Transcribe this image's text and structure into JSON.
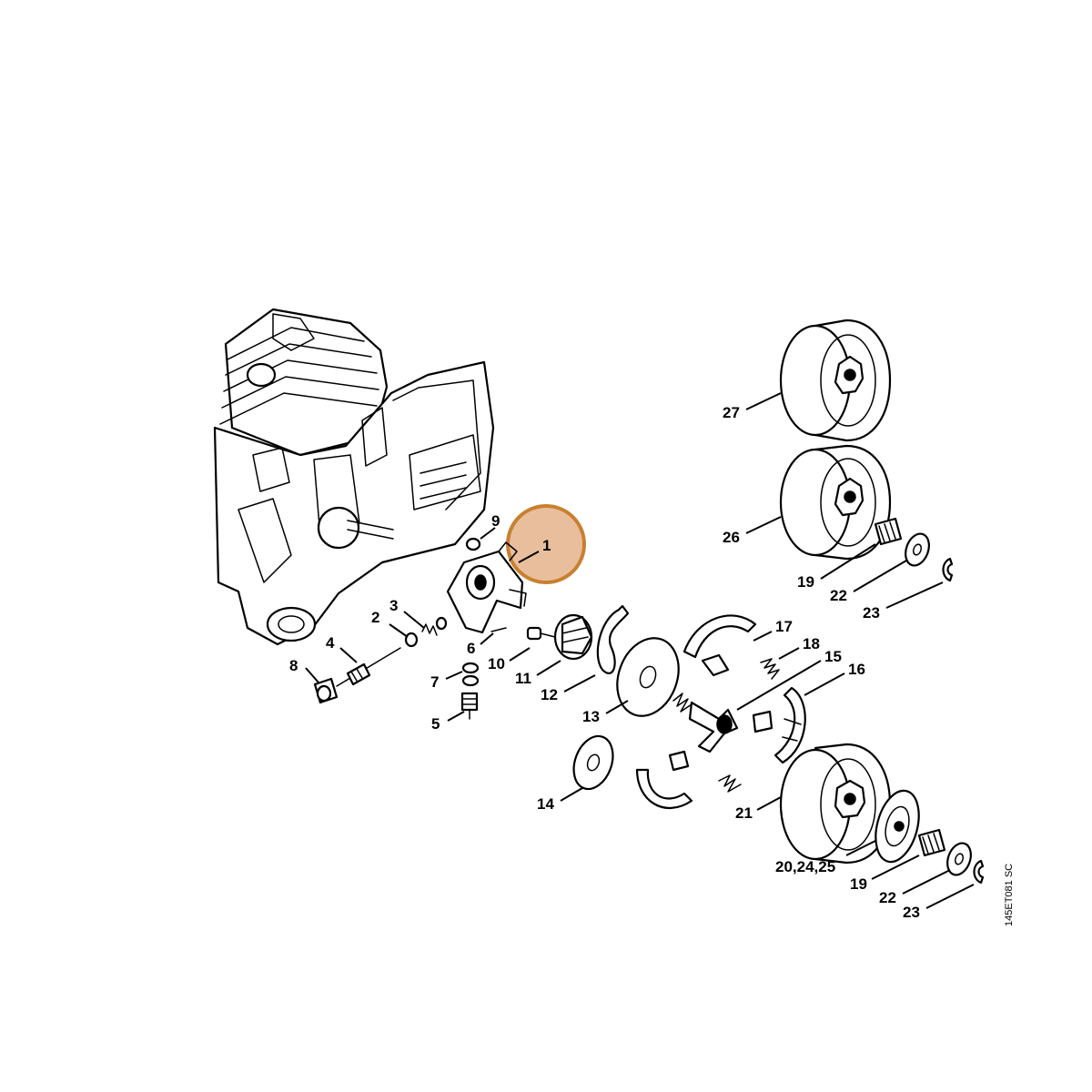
{
  "callouts": {
    "p1": "1",
    "p2": "2",
    "p3": "3",
    "p4": "4",
    "p5": "5",
    "p6": "6",
    "p7": "7",
    "p8": "8",
    "p9": "9",
    "p10": "10",
    "p11": "11",
    "p12": "12",
    "p13": "13",
    "p14": "14",
    "p15": "15",
    "p16": "16",
    "p17": "17",
    "p18": "18",
    "p19a": "19",
    "p19b": "19",
    "p20": "20,24,25",
    "p21": "21",
    "p22a": "22",
    "p22b": "22",
    "p23a": "23",
    "p23b": "23",
    "p26": "26",
    "p27": "27"
  },
  "drawing_code": "145ET081 SC",
  "highlight": {
    "target": "1",
    "color": "#E0A87C",
    "ring_color": "#C8802F"
  }
}
